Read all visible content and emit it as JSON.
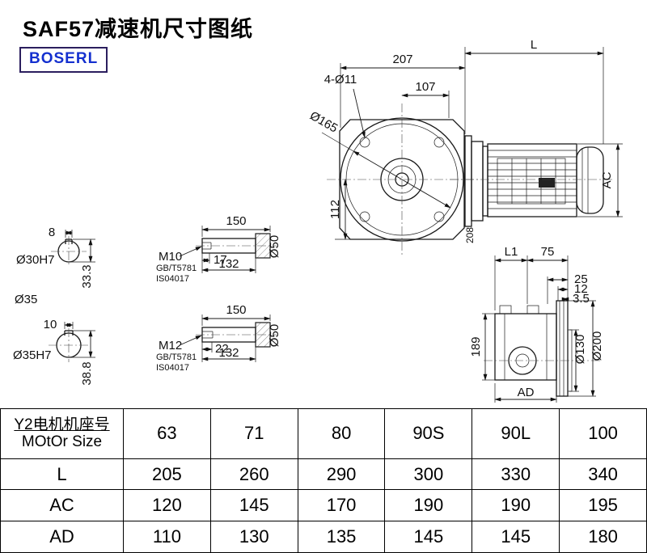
{
  "title": "SAF57减速机尺寸图纸",
  "logo": {
    "text": "BOSERL"
  },
  "drawing": {
    "front_view": {
      "dim_top_width": "207",
      "dim_motor_length": "L",
      "dim_half_width": "107",
      "bolt_holes": "4-Ø11",
      "flange_diameter": "Ø165",
      "dim_center_to_base": "112",
      "dim_motor_height": "AC",
      "dim_depth": "208"
    },
    "shaft_section_a": {
      "key_width": "8",
      "bore": "Ø30H7",
      "key_height": "33.3"
    },
    "shaft_label_between": "Ø35",
    "shaft_section_b": {
      "key_width": "10",
      "bore": "Ø35H7",
      "key_height": "38.8"
    },
    "shaft_detail_a": {
      "length": "150",
      "thread": "M10",
      "standard_1": "GB/T5781",
      "standard_2": "IS04017",
      "thread_depth": "17",
      "usable_length": "132",
      "hub_diameter": "Ø50"
    },
    "shaft_detail_b": {
      "length": "150",
      "thread": "M12",
      "standard_1": "GB/T5781",
      "standard_2": "IS04017",
      "thread_depth": "22",
      "usable_length": "132",
      "hub_diameter": "Ø50"
    },
    "side_view": {
      "dim_l1": "L1",
      "dim_75": "75",
      "dim_25": "25",
      "dim_12": "12",
      "dim_3_5": "3.5",
      "dim_height": "189",
      "spigot_diameter": "Ø130",
      "flange_diameter": "Ø200",
      "dim_ad": "AD"
    }
  },
  "table": {
    "header": {
      "label_line1": "Y2电机机座号",
      "label_line2": "MOtOr Size",
      "values": [
        "63",
        "71",
        "80",
        "90S",
        "90L",
        "100"
      ]
    },
    "rows": [
      {
        "label": "L",
        "values": [
          "205",
          "260",
          "290",
          "300",
          "330",
          "340"
        ]
      },
      {
        "label": "AC",
        "values": [
          "120",
          "145",
          "170",
          "190",
          "190",
          "195"
        ]
      },
      {
        "label": "AD",
        "values": [
          "110",
          "130",
          "135",
          "145",
          "145",
          "180"
        ]
      }
    ]
  }
}
